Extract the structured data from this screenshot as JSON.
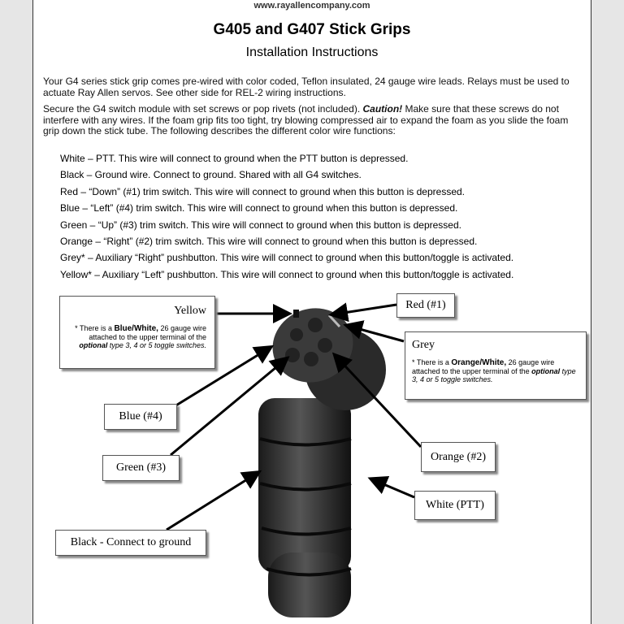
{
  "header": {
    "url": "www.rayallencompany.com",
    "title": "G405 and G407 Stick Grips",
    "subtitle": "Installation Instructions"
  },
  "intro": "Your G4 series stick grip comes pre-wired with color coded, Teflon insulated, 24 gauge wire leads.  Relays must be used to actuate Ray Allen servos.  See other side for REL-2 wiring instructions.",
  "secure": {
    "pre": "Secure the G4 switch module with set screws or pop rivets (not included).  ",
    "caution": "Caution!",
    "post": " Make sure that these screws do not interfere with any wires. If the foam grip fits too tight, try blowing compressed air to expand the foam as you slide the foam grip down the stick tube. The following describes the different color wire functions:"
  },
  "wires": [
    "White – PTT.  This wire will connect to ground when the PTT button is depressed.",
    "Black – Ground wire. Connect to ground. Shared with all G4 switches.",
    "Red – “Down” (#1) trim switch. This wire will connect to ground when this button is depressed.",
    "Blue – “Left” (#4) trim switch. This wire will connect to ground when this button is depressed.",
    "Green – “Up” (#3) trim switch. This wire will connect to ground when this button is depressed.",
    "Orange – “Right” (#2) trim switch. This wire will connect to ground when this button is depressed.",
    "Grey* – Auxiliary “Right” pushbutton. This wire will connect to ground when this button/toggle is activated.",
    "Yellow* – Auxiliary “Left” pushbutton. This wire will connect to ground when this button/toggle is activated."
  ],
  "labels": {
    "yellow": "Yellow",
    "yellow_note": {
      "a": "* There is a ",
      "b": "Blue/White,",
      "c": " 26 gauge wire attached to the upper terminal of the ",
      "d": "optional",
      "e": " type 3, 4 or 5 toggle switches."
    },
    "red": "Red (#1)",
    "grey": "Grey",
    "grey_note": {
      "a": "* There is a ",
      "b": "Orange/White,",
      "c": " 26 gauge wire attached to the upper terminal of the ",
      "d": "optional",
      "e": " type 3, 4 or 5 toggle switches."
    },
    "blue": "Blue (#4)",
    "green": "Green (#3)",
    "orange": "Orange (#2)",
    "white": "White  (PTT)",
    "black": "Black - Connect to ground"
  }
}
